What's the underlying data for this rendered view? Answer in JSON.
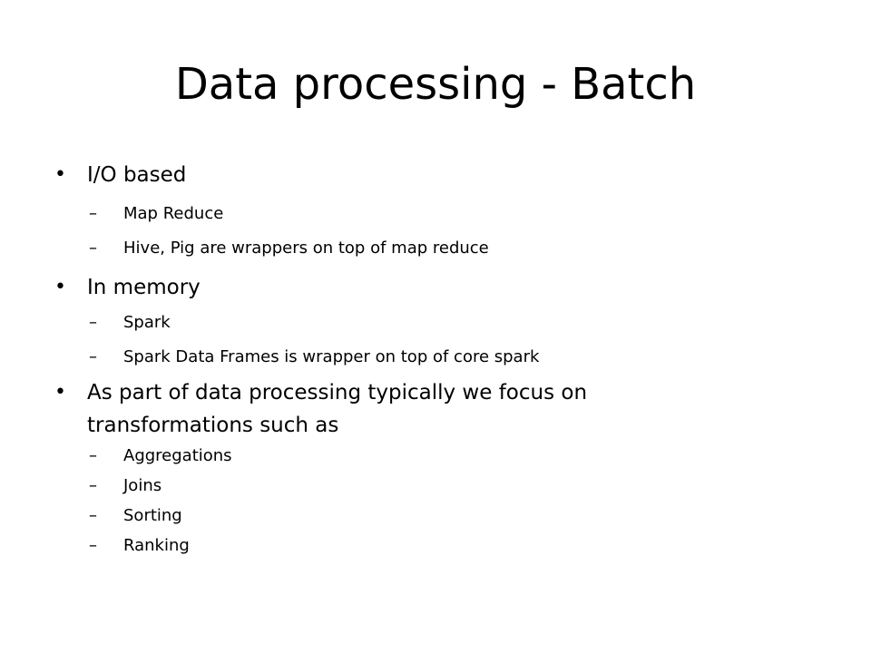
{
  "slide": {
    "title": "Data processing - Batch",
    "bullets": [
      {
        "text": "I/O based",
        "subs": [
          "Map Reduce",
          "Hive, Pig are wrappers on top of map reduce"
        ]
      },
      {
        "text": "In memory",
        "subs": [
          "Spark",
          "Spark Data Frames is wrapper on top of core spark"
        ]
      },
      {
        "text_line1": "As part of data processing typically we focus on",
        "text_line2": "transformations such as",
        "subs": [
          "Aggregations",
          "Joins",
          "Sorting",
          "Ranking"
        ]
      }
    ],
    "bullet_glyph": "•",
    "dash_glyph": "–"
  }
}
